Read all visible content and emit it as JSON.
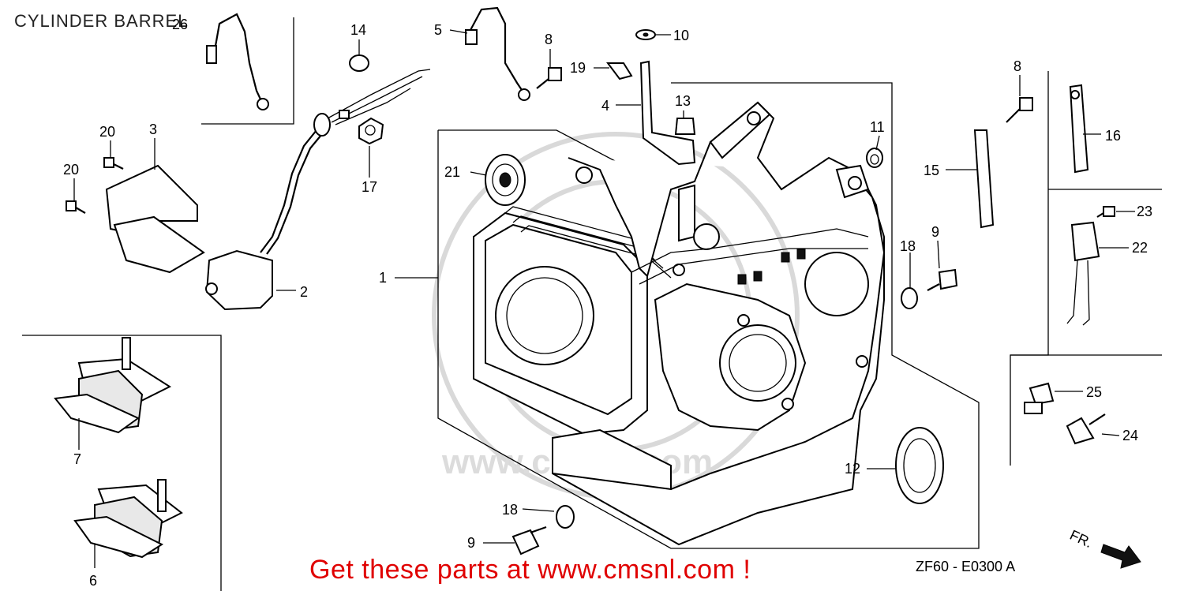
{
  "header": {
    "title": "CYLINDER BARREL"
  },
  "footer": {
    "promo": "Get these parts at www.cmsnl.com !",
    "diagram_code": "ZF60 - E0300 A",
    "front_label": "FR."
  },
  "callouts": [
    {
      "id": "c1",
      "label": "1"
    },
    {
      "id": "c2",
      "label": "2"
    },
    {
      "id": "c3",
      "label": "3"
    },
    {
      "id": "c4",
      "label": "4"
    },
    {
      "id": "c5",
      "label": "5"
    },
    {
      "id": "c6",
      "label": "6"
    },
    {
      "id": "c7",
      "label": "7"
    },
    {
      "id": "c8a",
      "label": "8"
    },
    {
      "id": "c8b",
      "label": "8"
    },
    {
      "id": "c9a",
      "label": "9"
    },
    {
      "id": "c9b",
      "label": "9"
    },
    {
      "id": "c10",
      "label": "10"
    },
    {
      "id": "c11",
      "label": "11"
    },
    {
      "id": "c12",
      "label": "12"
    },
    {
      "id": "c13",
      "label": "13"
    },
    {
      "id": "c14",
      "label": "14"
    },
    {
      "id": "c15",
      "label": "15"
    },
    {
      "id": "c16",
      "label": "16"
    },
    {
      "id": "c17",
      "label": "17"
    },
    {
      "id": "c18a",
      "label": "18"
    },
    {
      "id": "c18b",
      "label": "18"
    },
    {
      "id": "c19",
      "label": "19"
    },
    {
      "id": "c20a",
      "label": "20"
    },
    {
      "id": "c20b",
      "label": "20"
    },
    {
      "id": "c21",
      "label": "21"
    },
    {
      "id": "c22",
      "label": "22"
    },
    {
      "id": "c23",
      "label": "23"
    },
    {
      "id": "c24",
      "label": "24"
    },
    {
      "id": "c25",
      "label": "25"
    },
    {
      "id": "c26",
      "label": "26"
    }
  ],
  "colors": {
    "promo": "#e00000",
    "lines": "#000000",
    "watermark": "#d9d9d9"
  }
}
